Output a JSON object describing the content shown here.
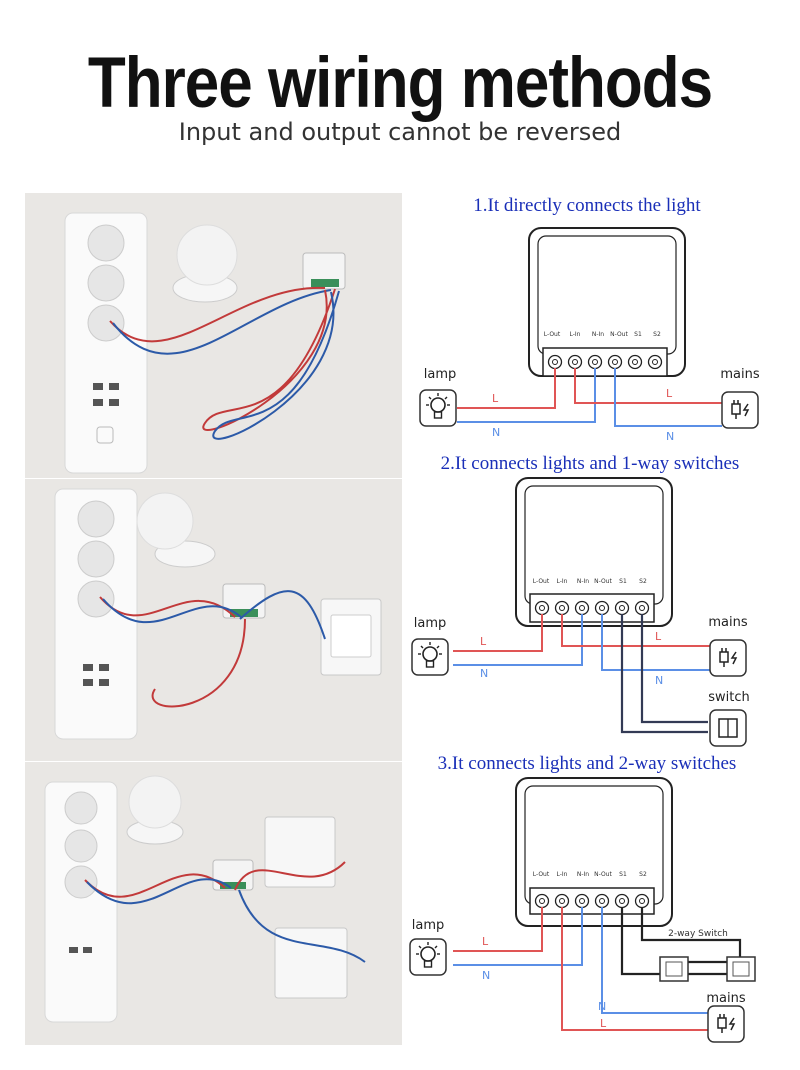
{
  "header": {
    "title": "Three wiring methods",
    "subtitle": "Input and output cannot be reversed"
  },
  "colors": {
    "title": "#111111",
    "section_title": "#1a2fb8",
    "live_wire": "#e05555",
    "neutral_wire": "#5b8fe6",
    "switch_wire": "#333a55"
  },
  "sections": [
    {
      "title": "1.It directly connects the light",
      "terminals": [
        "L-Out",
        "L-In",
        "N-In",
        "N-Out",
        "S1",
        "S2"
      ],
      "lamp_label": "lamp",
      "mains_label": "mains",
      "wire_labels": {
        "l_left": "L",
        "n_left": "N",
        "l_right": "L",
        "n_right": "N"
      }
    },
    {
      "title": "2.It connects lights and 1-way switches",
      "terminals": [
        "L-Out",
        "L-In",
        "N-In",
        "N-Out",
        "S1",
        "S2"
      ],
      "lamp_label": "lamp",
      "mains_label": "mains",
      "switch_label": "switch",
      "wire_labels": {
        "l_left": "L",
        "n_left": "N",
        "l_right": "L",
        "n_right": "N"
      }
    },
    {
      "title": "3.It connects lights and 2-way switches",
      "terminals": [
        "L-Out",
        "L-In",
        "N-In",
        "N-Out",
        "S1",
        "S2"
      ],
      "lamp_label": "lamp",
      "mains_label": "mains",
      "switch_label": "2-way Switch",
      "wire_labels": {
        "l_left": "L",
        "n_left": "N",
        "l_right": "L",
        "n_right": "N"
      }
    }
  ]
}
